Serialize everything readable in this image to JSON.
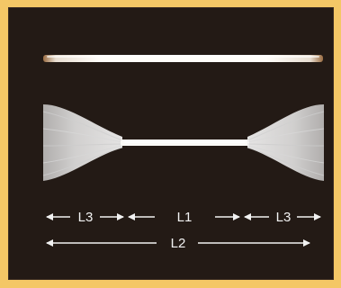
{
  "labels": {
    "l3_left": "L3",
    "l1": "L1",
    "l3_right": "L3",
    "l2": "L2"
  },
  "colors": {
    "frame": "#f4c766",
    "panel": "#231a15",
    "fiber": "#f5f2ec",
    "fiber_end": "#9b6d42",
    "dimension": "#f2f2f2"
  }
}
